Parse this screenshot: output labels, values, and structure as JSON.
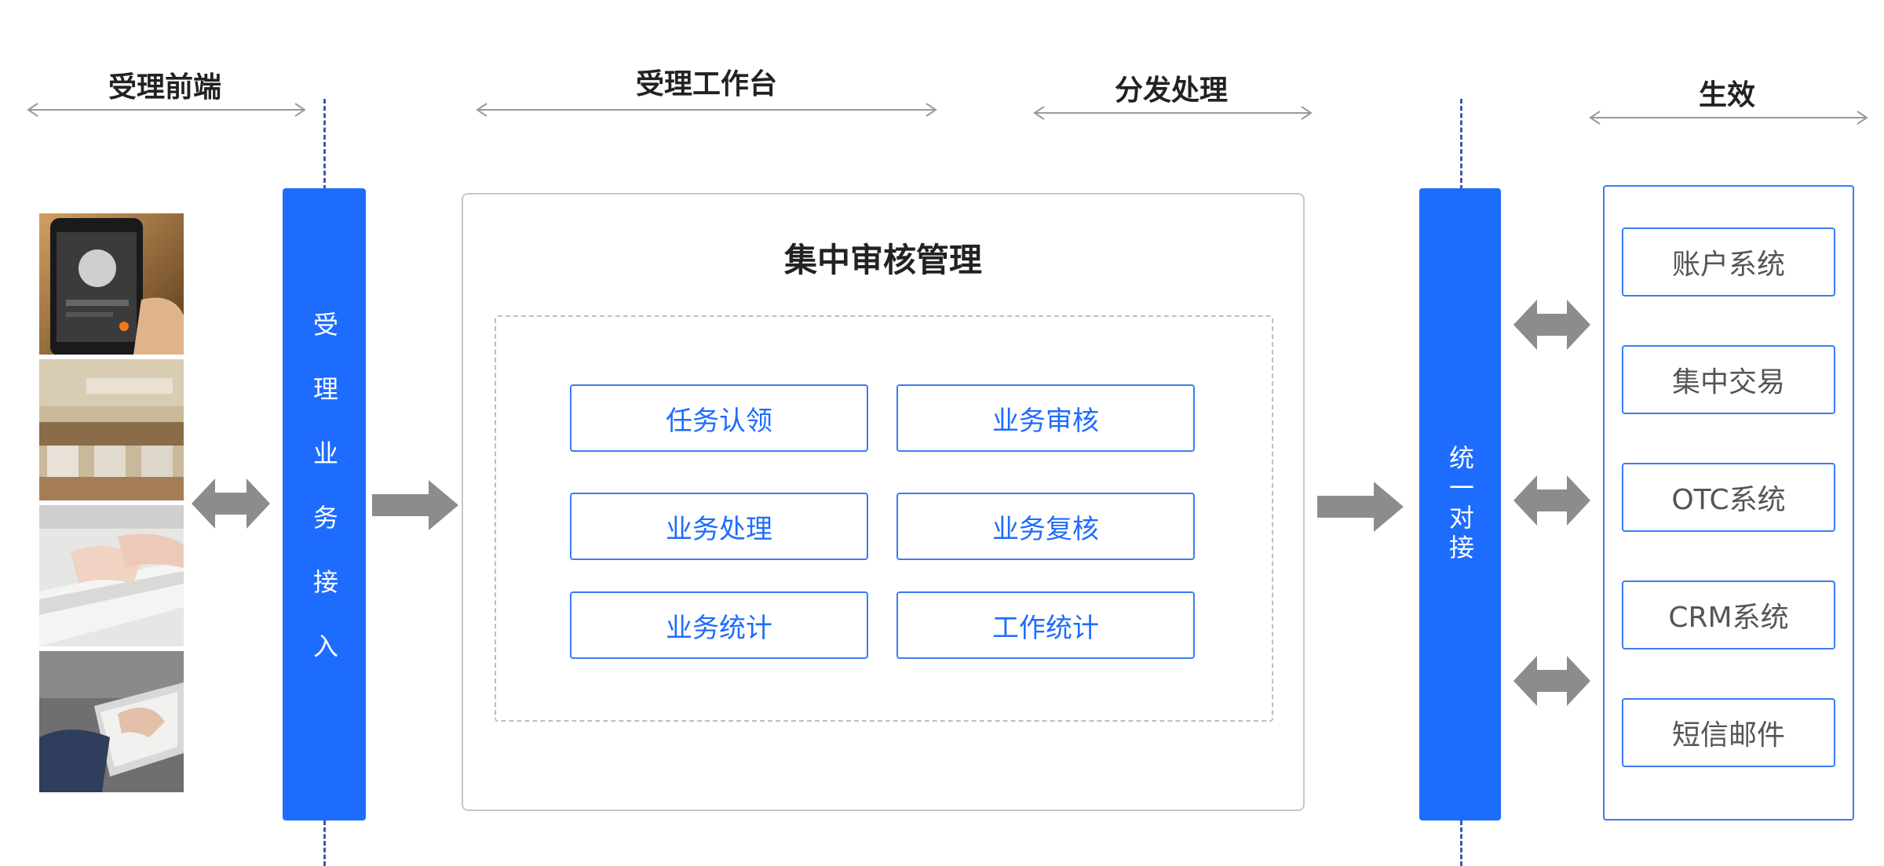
{
  "sections": {
    "frontend": "受理前端",
    "workbench": "受理工作台",
    "dispatch": "分发处理",
    "effective": "生效"
  },
  "access_bar": {
    "label": "受理业务接入"
  },
  "center_panel": {
    "title": "集中审核管理",
    "functions": [
      "任务认领",
      "业务审核",
      "业务处理",
      "业务复核",
      "业务统计",
      "工作统计"
    ]
  },
  "unify_bar": {
    "label": "统一对接"
  },
  "systems": [
    "账户系统",
    "集中交易",
    "OTC系统",
    "CRM系统",
    "短信邮件"
  ],
  "colors": {
    "primary_blue": "#1e6cfd",
    "box_border_blue": "#3a7cf6",
    "arrow_gray": "#8c8c8c",
    "divider_blue": "#3b5aa8"
  },
  "photos": [
    "smartphone-photo",
    "branch-office-photo",
    "laptop-typing-photo",
    "tablet-photo"
  ]
}
